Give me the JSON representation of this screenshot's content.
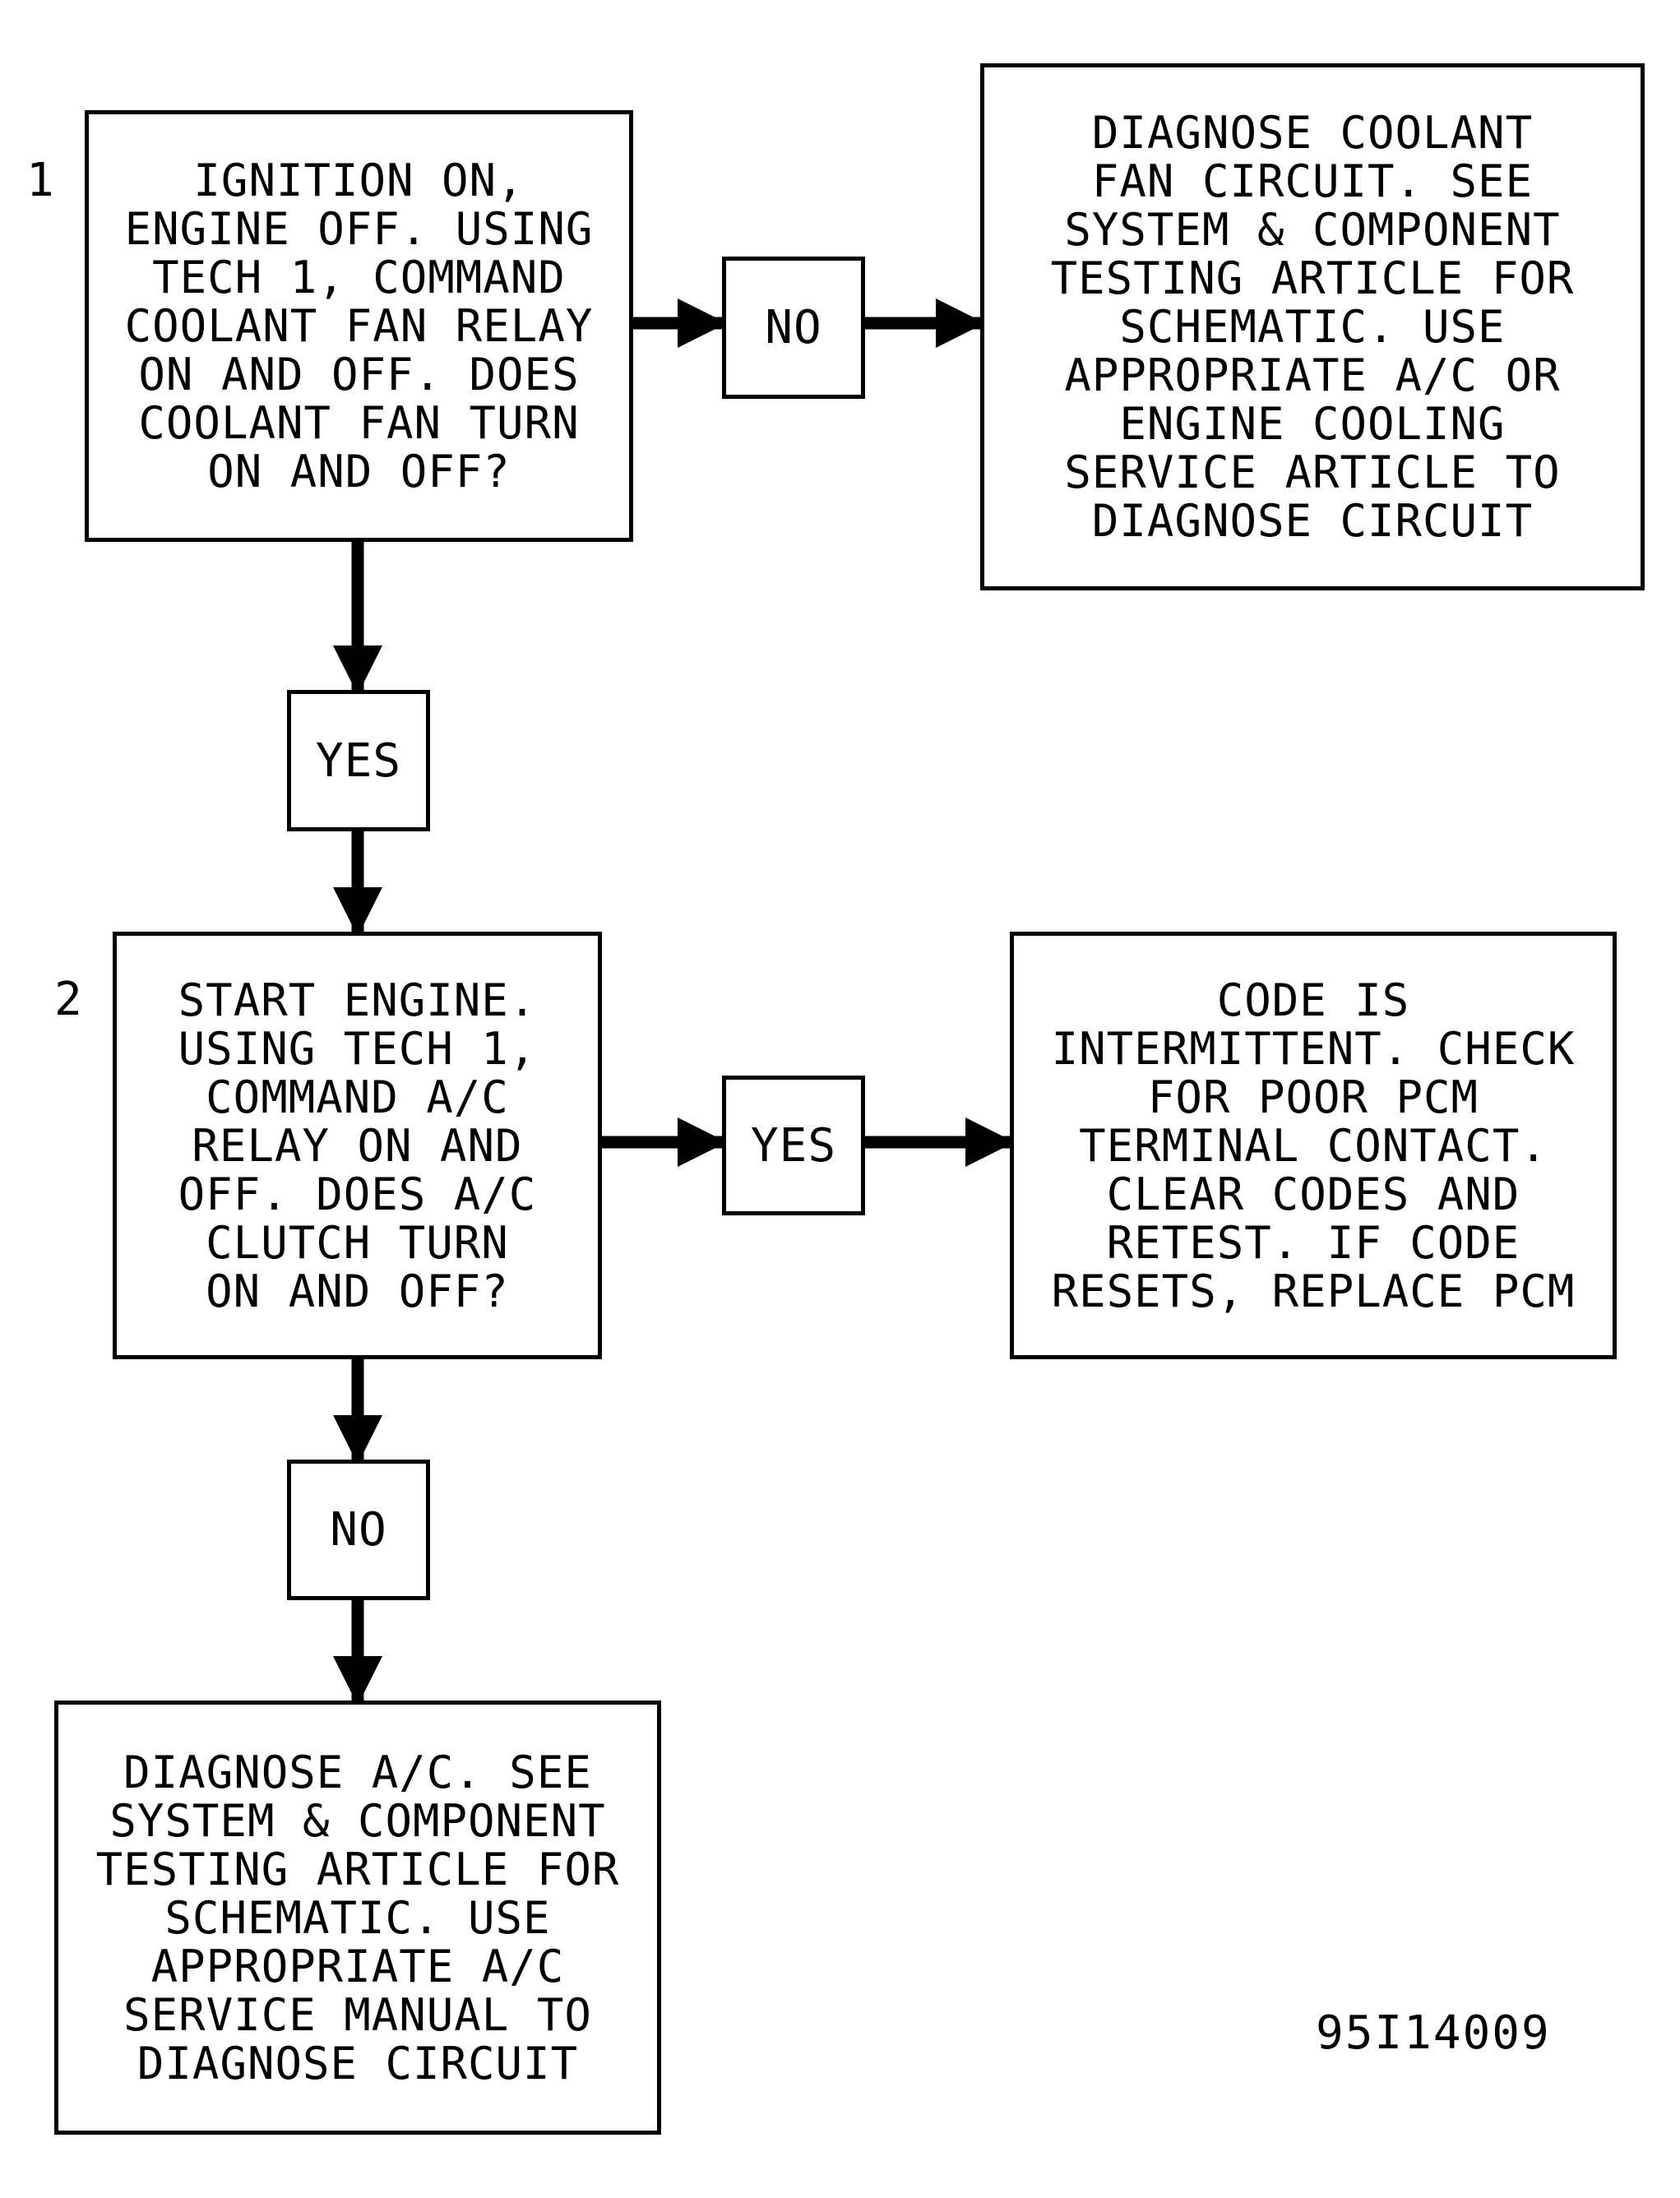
{
  "steps": [
    {
      "number": "1",
      "question": "IGNITION ON,\nENGINE OFF. USING\nTECH 1, COMMAND\nCOOLANT FAN RELAY\nON AND OFF. DOES\nCOOLANT FAN TURN\nON AND OFF?",
      "branch_right": "NO",
      "branch_down": "YES",
      "right_result": "DIAGNOSE COOLANT\nFAN CIRCUIT. SEE\nSYSTEM & COMPONENT\nTESTING ARTICLE FOR\nSCHEMATIC. USE\nAPPROPRIATE A/C OR\nENGINE COOLING\nSERVICE ARTICLE TO\nDIAGNOSE CIRCUIT"
    },
    {
      "number": "2",
      "question": "START ENGINE.\nUSING TECH 1,\nCOMMAND A/C\nRELAY ON AND\nOFF. DOES A/C\nCLUTCH TURN\nON AND OFF?",
      "branch_right": "YES",
      "branch_down": "NO",
      "right_result": "CODE IS\nINTERMITTENT. CHECK\nFOR POOR PCM\nTERMINAL CONTACT.\nCLEAR CODES AND\nRETEST. IF CODE\nRESETS, REPLACE PCM",
      "down_result": "DIAGNOSE A/C. SEE\nSYSTEM & COMPONENT\nTESTING ARTICLE FOR\nSCHEMATIC. USE\nAPPROPRIATE A/C\nSERVICE MANUAL TO\nDIAGNOSE CIRCUIT"
    }
  ],
  "figure_code": "95I14009"
}
